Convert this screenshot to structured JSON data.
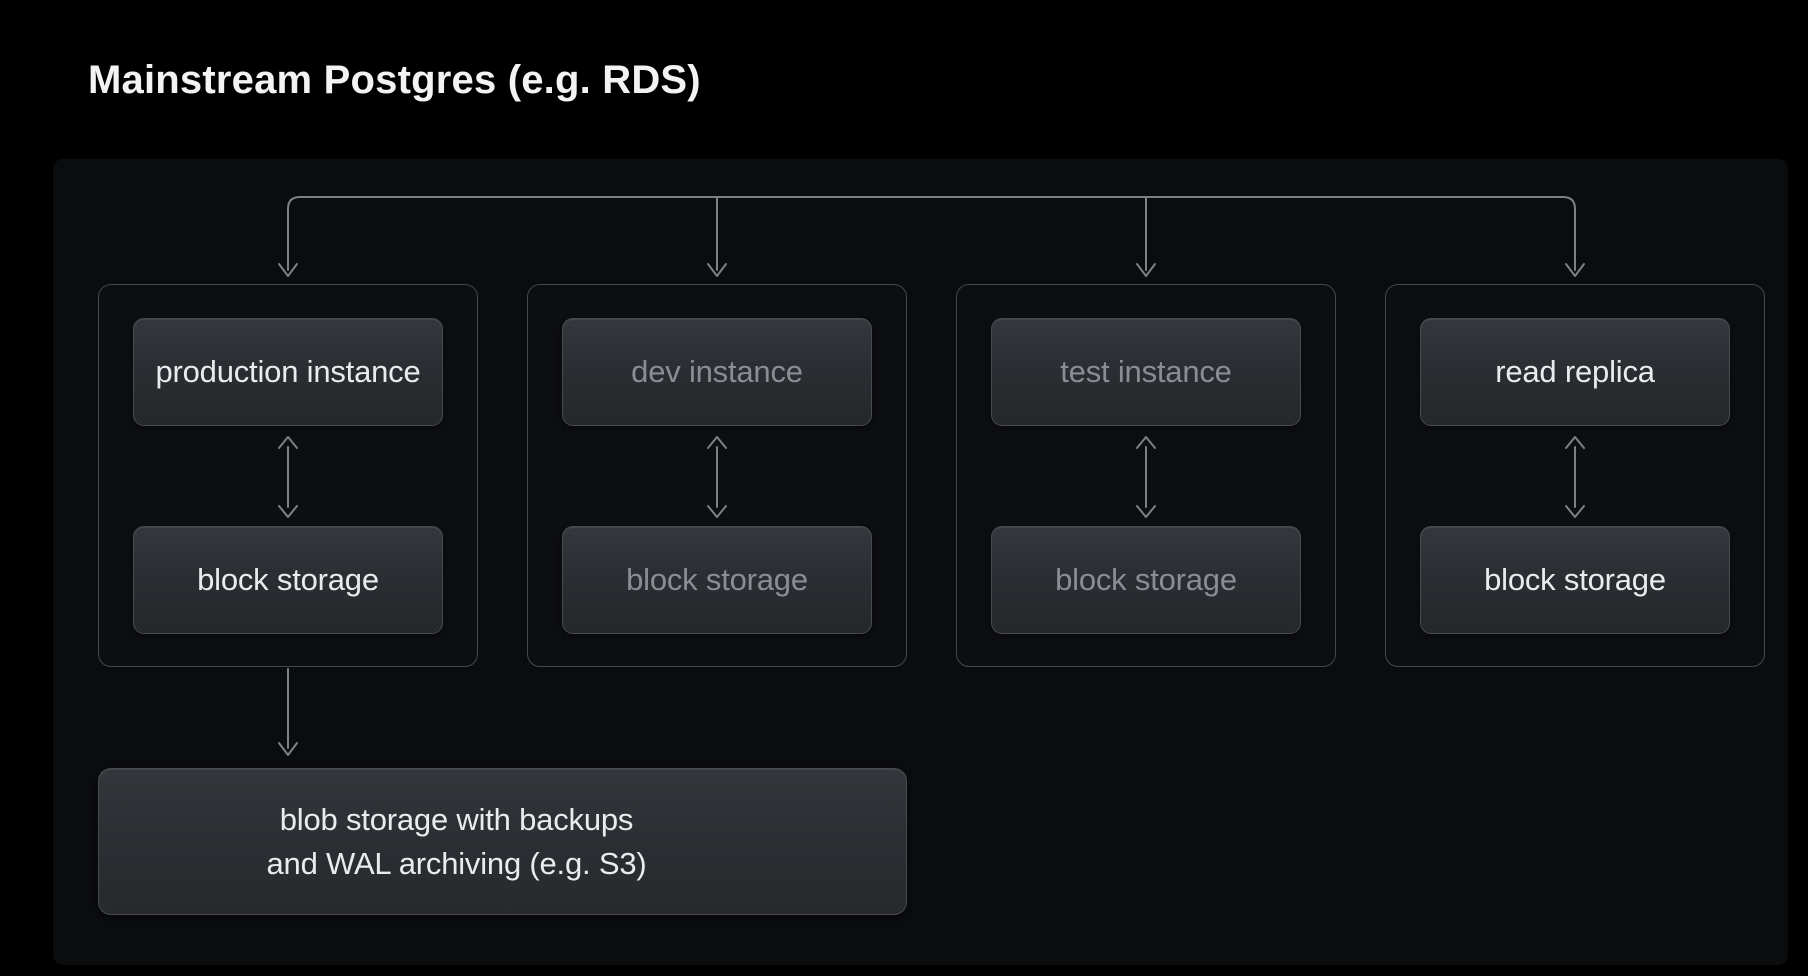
{
  "title": "Mainstream Postgres (e.g. RDS)",
  "diagram": {
    "columns": [
      {
        "id": "production",
        "instance_label": "production instance",
        "storage_label": "block storage",
        "tone": "bright"
      },
      {
        "id": "dev",
        "instance_label": "dev instance",
        "storage_label": "block storage",
        "tone": "dim"
      },
      {
        "id": "test",
        "instance_label": "test instance",
        "storage_label": "block storage",
        "tone": "dim"
      },
      {
        "id": "read-replica",
        "instance_label": "read replica",
        "storage_label": "block storage",
        "tone": "bright"
      }
    ],
    "blob_storage": {
      "line1": "blob storage with backups",
      "line2": "and WAL archiving (e.g. S3)"
    },
    "connections": {
      "fan_out": "top trunk line fans out with downward arrows into all four groups",
      "instance_storage": "bidirectional arrow between each instance and its block storage",
      "backup_flow": "downward arrow from production group to blob storage"
    },
    "colors": {
      "background": "#000000",
      "panel_background": "#0b0c0e",
      "container_border": "#44474c",
      "node_border": "#474a50",
      "node_fill_top": "#35373d",
      "node_fill_bottom": "#25272b",
      "bright_text": "#e9ebee",
      "dim_text": "#8a8d93",
      "line": "#7d8085",
      "title_text": "#f2f3f5"
    }
  }
}
